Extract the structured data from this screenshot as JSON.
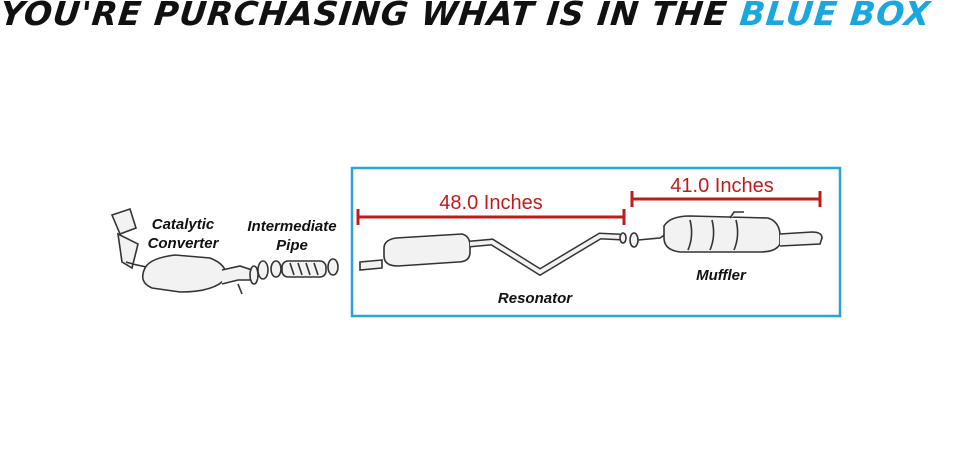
{
  "headline": {
    "prefix": "YOU'RE PURCHASING WHAT IS IN THE ",
    "highlight": "BLUE BOX"
  },
  "labels": {
    "catalytic_line1": "Catalytic",
    "catalytic_line2": "Converter",
    "intermediate_line1": "Intermediate",
    "intermediate_line2": "Pipe",
    "resonator": "Resonator",
    "muffler": "Muffler"
  },
  "measurements": {
    "resonator_length": "48.0 Inches",
    "muffler_length": "41.0 Inches"
  },
  "colors": {
    "box": "#2ba3d6",
    "dimension": "#c21b1b",
    "headline_highlight": "#1aa7e0"
  }
}
